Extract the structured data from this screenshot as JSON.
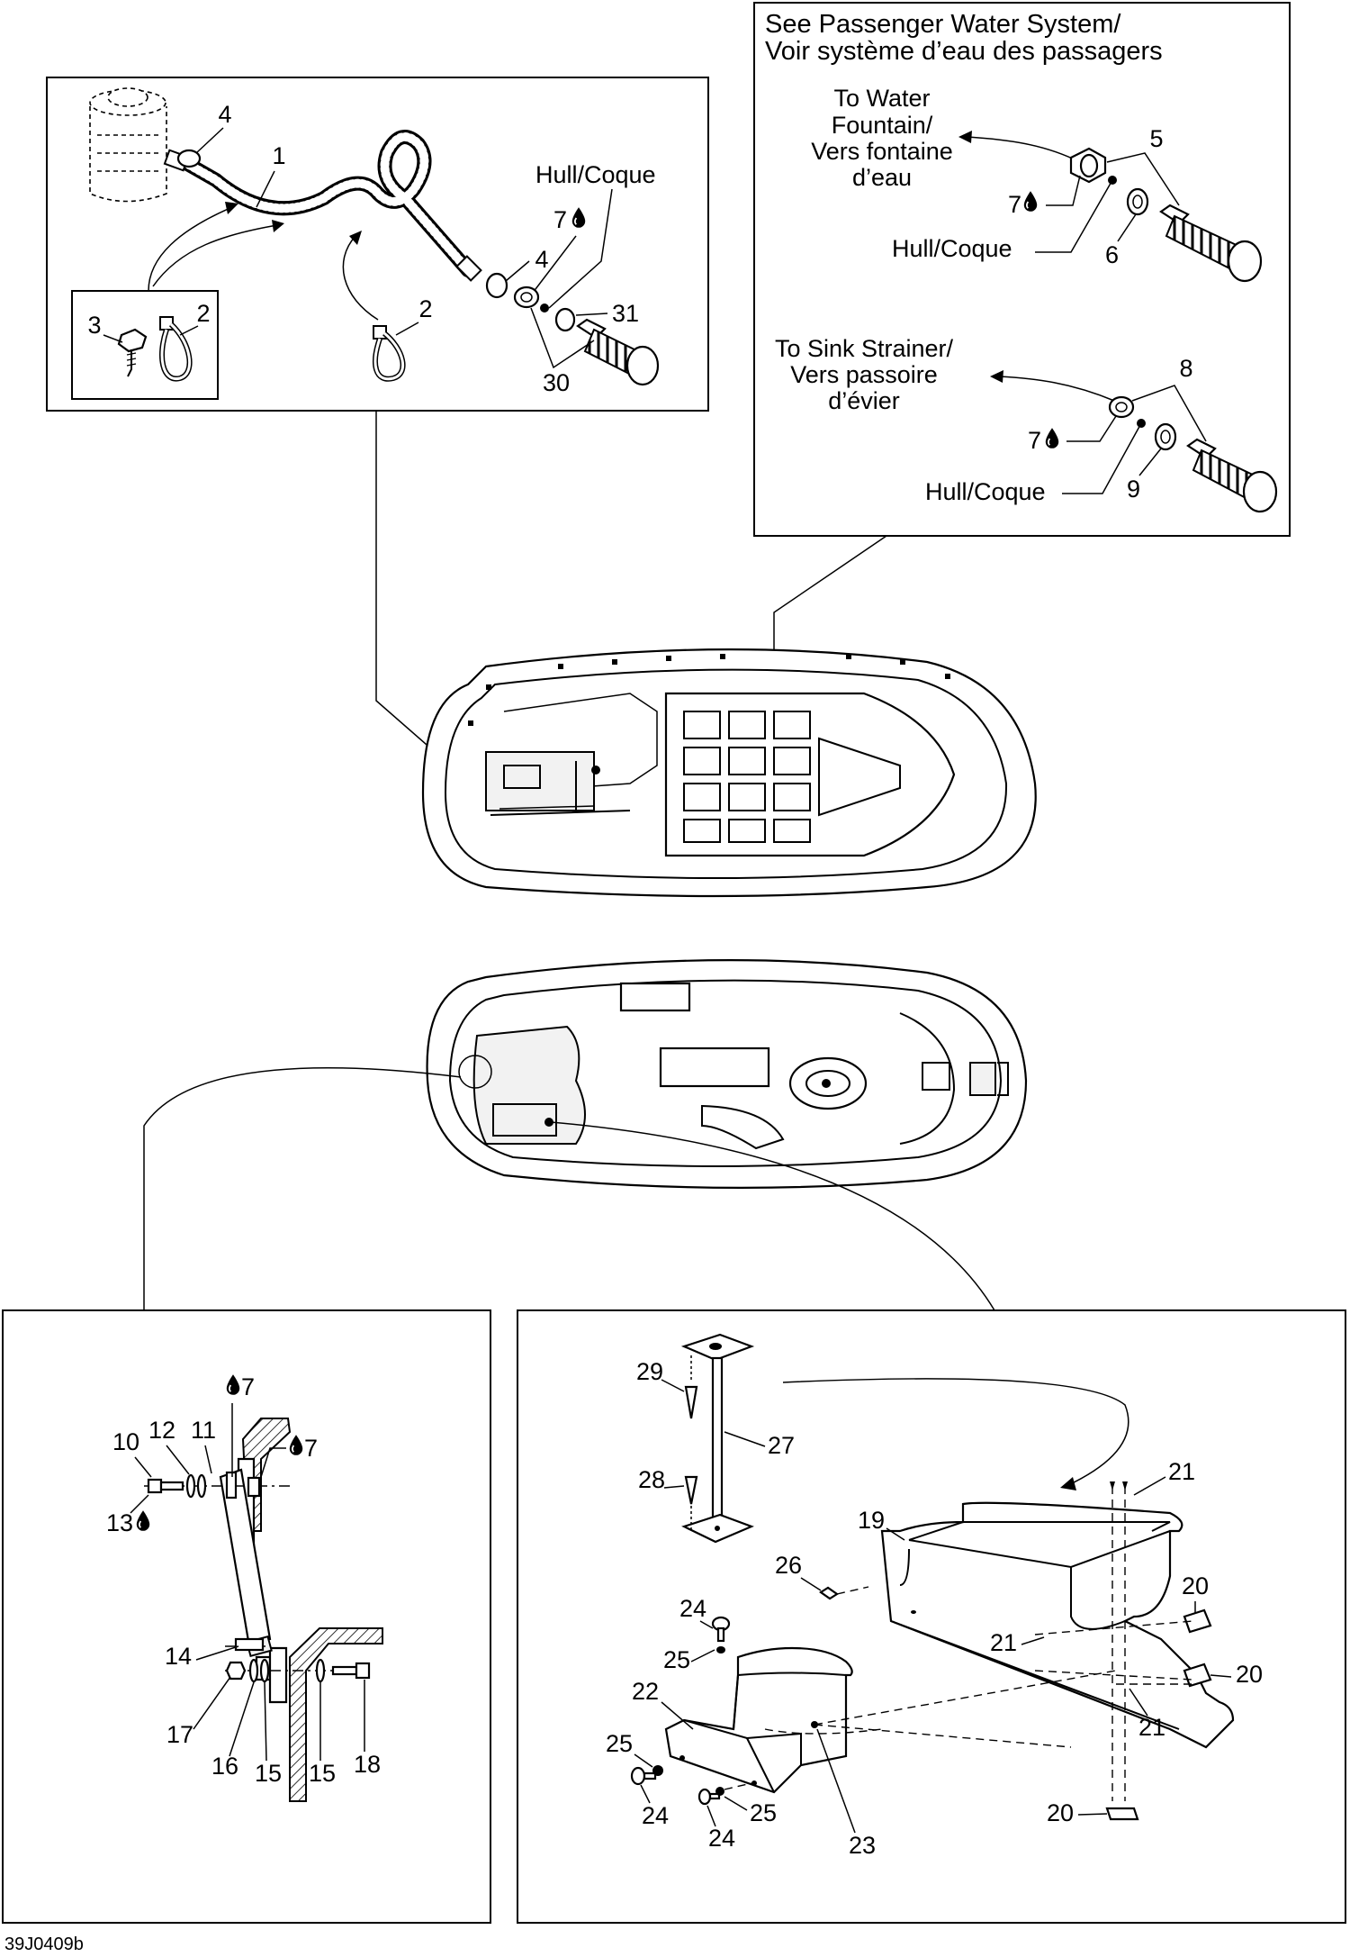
{
  "panel_top_right": {
    "title_line1": "See Passenger Water System/",
    "title_line2": "Voir système d’eau des passagers",
    "fountain_l1": "To Water",
    "fountain_l2": "Fountain/",
    "fountain_l3": "Vers fontaine",
    "fountain_l4": "d’eau",
    "sink_l1": "To Sink Strainer/",
    "sink_l2": "Vers passoire",
    "sink_l3": "d’évier",
    "hull_a": "Hull/Coque",
    "hull_b": "Hull/Coque",
    "n5": "5",
    "n6": "6",
    "n7a": "7",
    "n7b": "7",
    "n8": "8",
    "n9": "9"
  },
  "panel_top_left": {
    "hull": "Hull/Coque",
    "n1": "1",
    "n2a": "2",
    "n2b": "2",
    "n3": "3",
    "n4a": "4",
    "n4b": "4",
    "n7": "7",
    "n30": "30",
    "n31": "31"
  },
  "panel_bottom_left": {
    "n7a": "7",
    "n7b": "7",
    "n10": "10",
    "n11": "11",
    "n12": "12",
    "n13": "13",
    "n14": "14",
    "n15a": "15",
    "n15b": "15",
    "n16": "16",
    "n17": "17",
    "n18": "18"
  },
  "panel_bottom_right": {
    "n19": "19",
    "n20a": "20",
    "n20b": "20",
    "n20c": "20",
    "n21a": "21",
    "n21b": "21",
    "n21c": "21",
    "n22": "22",
    "n23": "23",
    "n24a": "24",
    "n24b": "24",
    "n24c": "24",
    "n25a": "25",
    "n25b": "25",
    "n25c": "25",
    "n26": "26",
    "n27": "27",
    "n28": "28",
    "n29": "29"
  },
  "footer": {
    "code": "39J0409b"
  },
  "icons": {
    "sealant": "drop-icon"
  }
}
